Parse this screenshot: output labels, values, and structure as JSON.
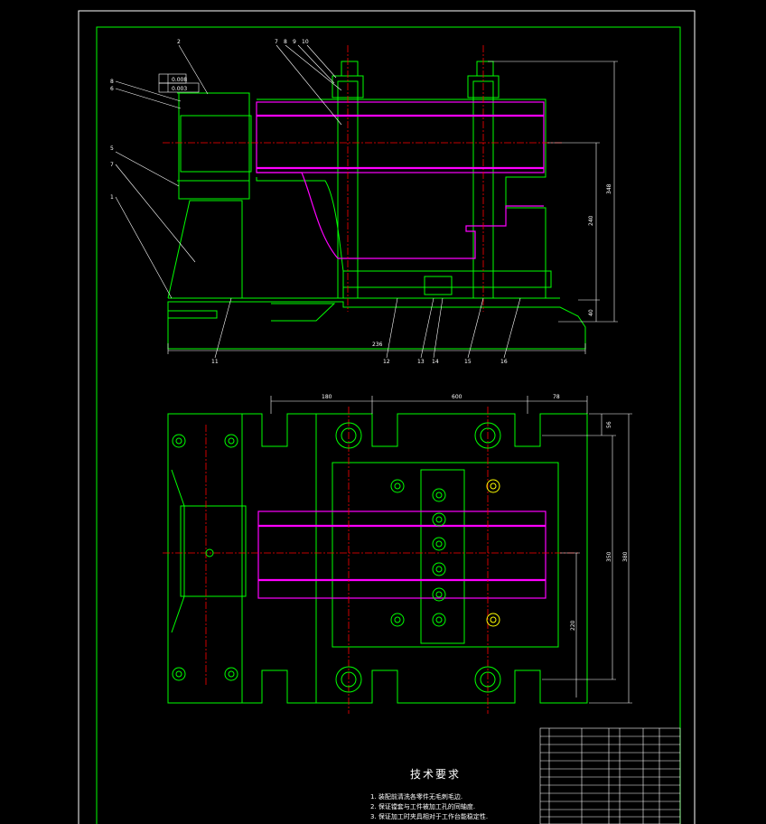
{
  "colors": {
    "background": "#000000",
    "border": "#00ff00",
    "outline": "#00ff00",
    "workpiece": "#ff00ff",
    "centerline": "#ff0000",
    "dimension": "#ffffff",
    "hole": "#ffff00"
  },
  "tolerance": {
    "row1": "0.008",
    "row2": "0.003"
  },
  "dimensions": {
    "top_width": "236",
    "plan_left": "180",
    "plan_mid": "600",
    "plan_right": "78",
    "plan_slot": "56",
    "height_total": "348",
    "height_mid": "240",
    "height_base": "40",
    "depth_total": "380",
    "depth_inner": "350",
    "depth_partial": "220"
  },
  "leaders": {
    "left": [
      "8",
      "6",
      "5",
      "2",
      "7",
      "1"
    ],
    "top": [
      "7",
      "8",
      "9",
      "10"
    ],
    "bottom": [
      "11",
      "12",
      "13",
      "14",
      "15",
      "16"
    ]
  },
  "tech_requirements": {
    "title": "技术要求",
    "items": [
      "1. 装配前清洗各零件无毛刺毛边.",
      "2. 保证镗套与工件被加工孔的同轴度.",
      "3. 保证加工时夹具相对于工作台能稳定性."
    ]
  }
}
